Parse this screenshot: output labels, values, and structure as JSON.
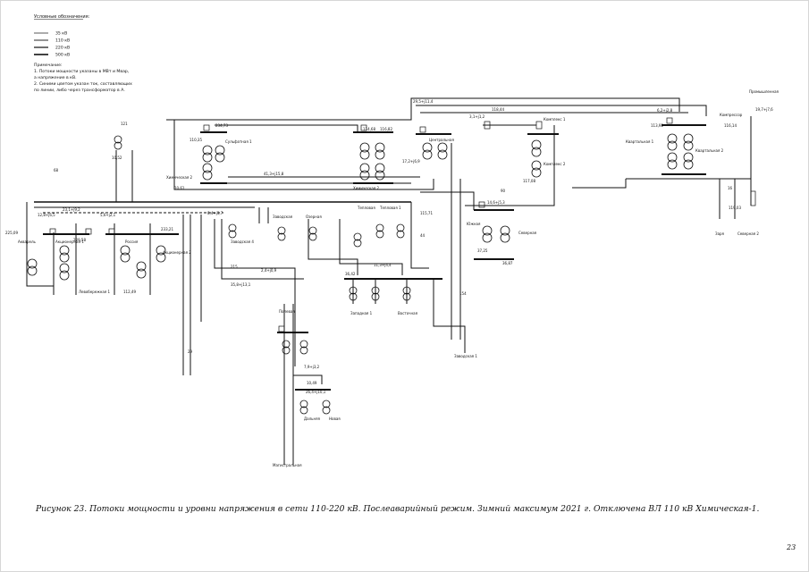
{
  "legend": {
    "title": "Условные обозначения:",
    "items": [
      {
        "label": "35 кВ"
      },
      {
        "label": "110 кВ"
      },
      {
        "label": "220 кВ"
      },
      {
        "label": "500 кВ"
      }
    ]
  },
  "notes": {
    "title": "Примечание:",
    "lines": [
      "1. Потоки мощности указаны в МВт и Мвар,",
      "а напряжение в кВ.",
      "2. Синими цветом указан ток, составляющих",
      "по линии, либо через трансформатор в А."
    ]
  },
  "stations": {
    "sulfur1": "Сульфатная 1",
    "khim2": "Химическая 2",
    "khim2b": "Химическая 2",
    "ozernaya": "Озерная",
    "zavod": "Заводская",
    "zavod_new": "Заводская 4",
    "komp": "Компрессор",
    "kvartal1": "Квартальная 1",
    "kvartal2": "Квартальная 2",
    "akvarel": "Акварель",
    "rossiya": "Россия",
    "teplov": "Тепловая",
    "tep1": "Тепловая 1",
    "zap": "Западная 1",
    "vost": "Восточная",
    "yug": "Южная",
    "sev": "Северная",
    "dal": "Дальняя",
    "nov": "Новая",
    "kom1": "Комплекс 1",
    "kom2": "Комплекс 2",
    "pole": "Полевая",
    "zarya": "Заря",
    "sever_sub": "Северная 2",
    "bottom": "Магистральная",
    "right": "Промышленная",
    "right2": "Заводская 1",
    "center": "Центральная",
    "left": "Левобережная 1",
    "ac": "Акционерная 1",
    "ac2": "Акционерная 2"
  },
  "values": {
    "v1": "225,09",
    "v2": "229,58",
    "v3": "233,21",
    "v4": "234,73",
    "v5": "110,35",
    "v6": "114,68",
    "v7": "116,82",
    "v8": "118,44",
    "v9": "37,25",
    "v10": "36,87",
    "v11": "10,52",
    "v12": "10,61",
    "v13": "115,71",
    "v14": "117,08",
    "v15": "113,92",
    "v16": "116,14",
    "v17": "112,49",
    "v18": "36,42",
    "v19": "10,49",
    "v20": "119,03",
    "f1": "12,8+j6,5",
    "f2": "23,1+j9,2",
    "f3": "5,6+j2,1",
    "f4": "41,3+j15,8",
    "f5": "8,4+j3,7",
    "f6": "17,2+j6,9",
    "f7": "3,1+j1,2",
    "f8": "29,5+j11,4",
    "f9": "14,6+j5,3",
    "f10": "6,2+j2,8",
    "f11": "19,7+j7,6",
    "f12": "2,4+j0,9",
    "f13": "35,8+j13,1",
    "f14": "11,3+j4,4",
    "f15": "7,9+j3,2",
    "f16": "26,4+j10,1",
    "i1": "68",
    "i2": "121",
    "i3": "29",
    "i4": "215",
    "i5": "44",
    "i6": "90",
    "i7": "16",
    "i8": "154"
  },
  "caption": "Рисунок 23. Потоки мощности и уровни напряжения в сети 110-220 кВ. Послеаварийный режим. Зимний максимум  2021  г. Отключена ВЛ 110 кВ Химическая-1.",
  "page_number": "23"
}
